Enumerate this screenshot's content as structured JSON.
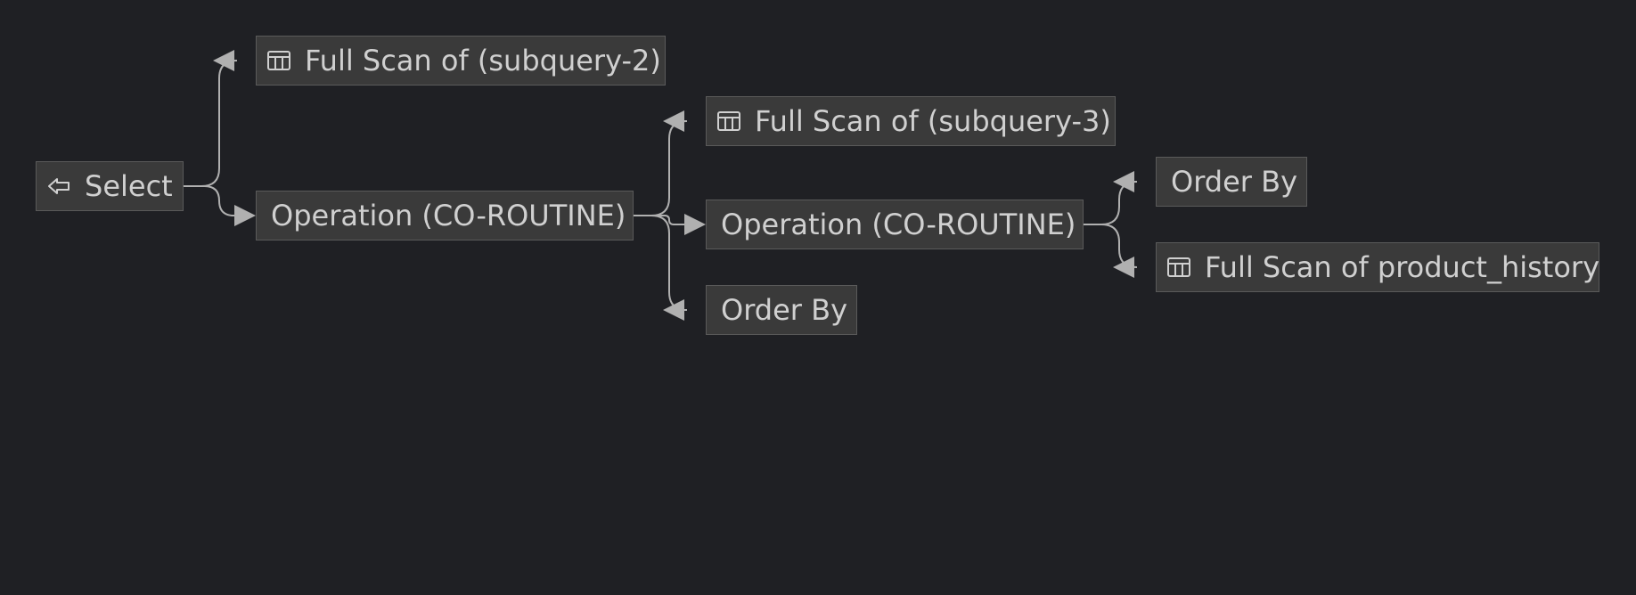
{
  "plan": {
    "select": {
      "label": "Select",
      "icon": "arrow-left-outline-icon"
    },
    "scan_subquery_2": {
      "label": "Full Scan of (subquery-2)",
      "icon": "table-icon"
    },
    "operation_1": {
      "label": "Operation (CO-ROUTINE)"
    },
    "scan_subquery_3": {
      "label": "Full Scan of (subquery-3)",
      "icon": "table-icon"
    },
    "operation_2": {
      "label": "Operation (CO-ROUTINE)"
    },
    "order_by_1": {
      "label": "Order By"
    },
    "order_by_2": {
      "label": "Order By"
    },
    "scan_product_history": {
      "label": "Full Scan of product_history",
      "icon": "table-icon"
    }
  },
  "edges": [
    [
      "select",
      "scan_subquery_2"
    ],
    [
      "select",
      "operation_1"
    ],
    [
      "operation_1",
      "scan_subquery_3"
    ],
    [
      "operation_1",
      "operation_2"
    ],
    [
      "operation_1",
      "order_by_1"
    ],
    [
      "operation_2",
      "order_by_2"
    ],
    [
      "operation_2",
      "scan_product_history"
    ]
  ],
  "colors": {
    "background": "#1f2024",
    "node_fill": "#3a3a3a",
    "node_border": "#5a5a5a",
    "text": "#d0d0d0",
    "edge": "#b0b0b0"
  }
}
